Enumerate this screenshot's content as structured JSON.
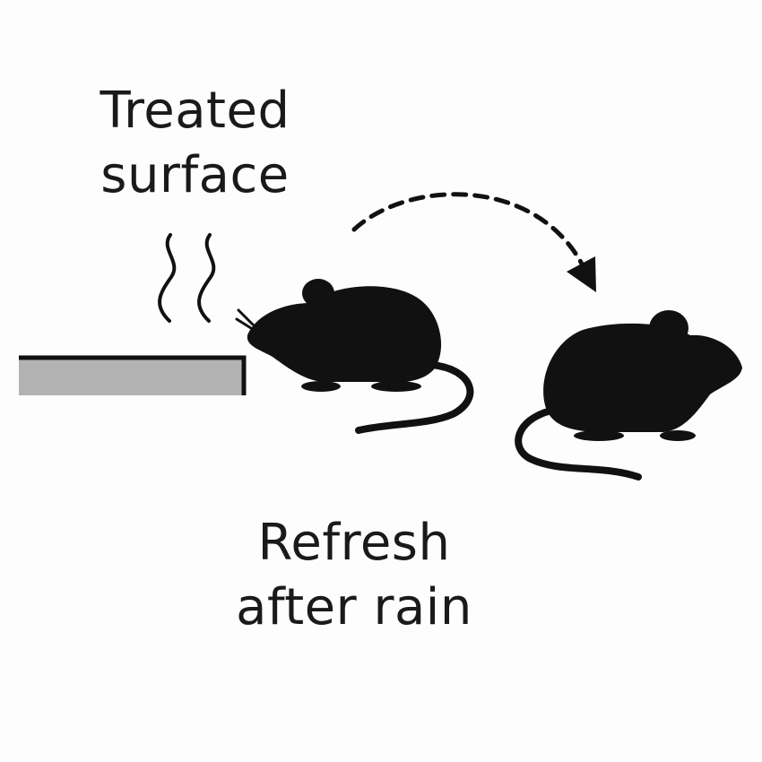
{
  "labels": {
    "treated_line1": "Treated",
    "treated_line2": "surface",
    "refresh_line1": "Refresh",
    "refresh_line2": "after rain"
  },
  "icons": {
    "surface": "treated-surface-slab-icon",
    "scent": "scent-waves-icon",
    "mouse_left": "mouse-sniffing-icon",
    "mouse_right": "mouse-repelled-icon",
    "arrow": "dashed-curved-arrow-icon"
  },
  "colors": {
    "ink": "#111111",
    "surface_fill": "#b3b3b3",
    "background": "#fdfdfd"
  }
}
